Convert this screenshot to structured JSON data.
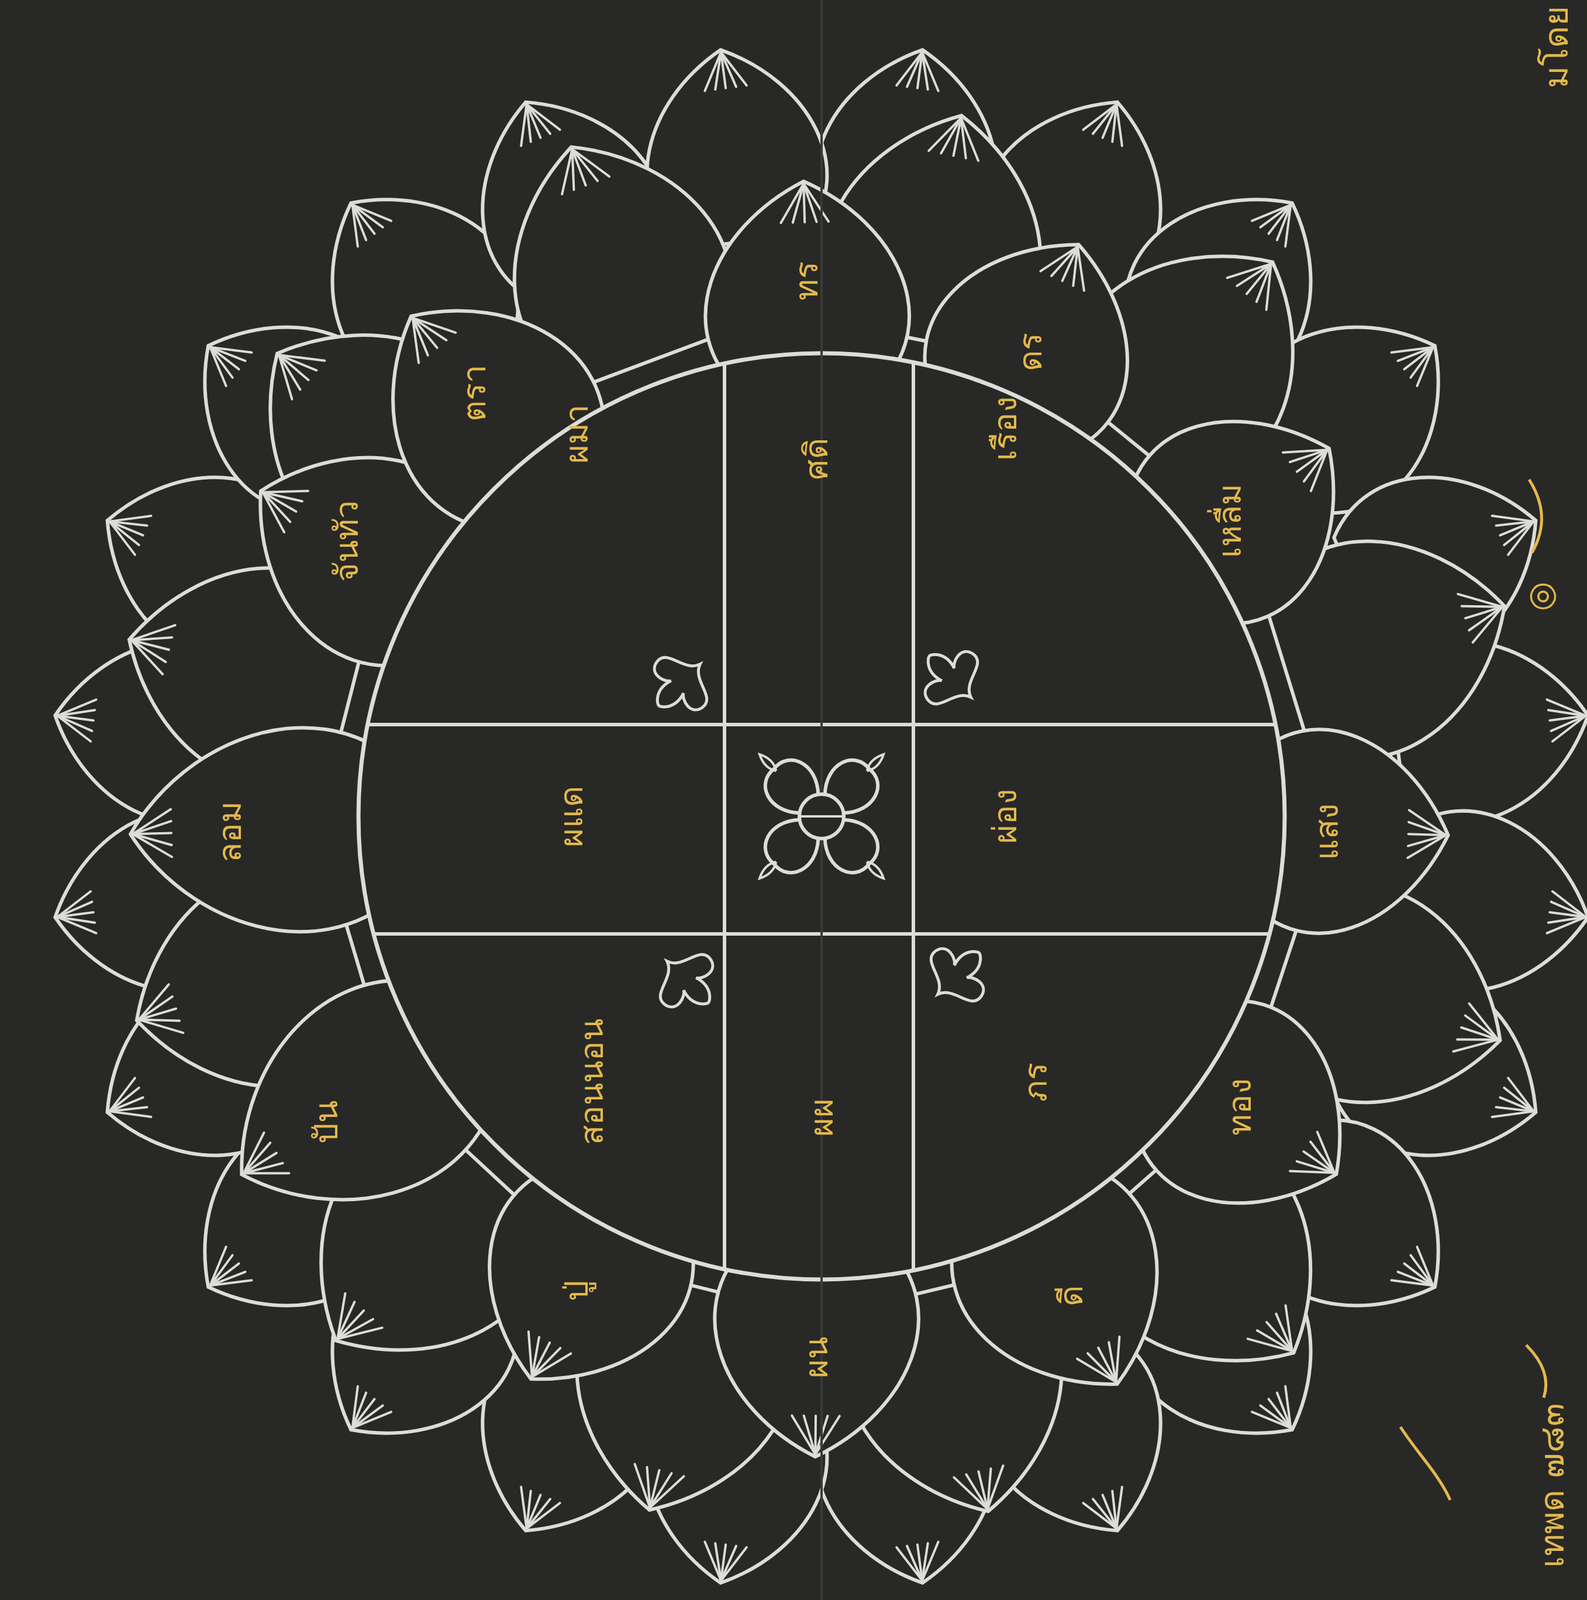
{
  "diagram": {
    "nodes": [
      {
        "text": [
          "ผมา"
        ]
      },
      {
        "text": [
          "ศดิ"
        ]
      },
      {
        "text": [
          "เรือง"
        ]
      },
      {
        "text": [
          "ผแด"
        ]
      },
      {
        "text": [
          "ผ่อง"
        ]
      },
      {
        "text": [
          "สอนนอน"
        ]
      },
      {
        "text": [
          "ผผ"
        ]
      },
      {
        "text": [
          "ภร"
        ]
      },
      {
        "text": [
          "ทร"
        ]
      },
      {
        "text": [
          "ดร"
        ]
      },
      {
        "text": [
          "เหลื่ม"
        ]
      },
      {
        "text": [
          "แสง"
        ]
      },
      {
        "text": [
          "ทอง"
        ]
      },
      {
        "text": [
          "ดี"
        ]
      },
      {
        "text": [
          "ผน"
        ]
      },
      {
        "text": [
          "ปู่"
        ]
      },
      {
        "text": [
          "ปัน"
        ]
      },
      {
        "text": [
          "ลอม"
        ]
      },
      {
        "text": [
          "จันทัว"
        ]
      },
      {
        "text": [
          "ตรา"
        ]
      }
    ],
    "labels": [
      "มโดย",
      "◎",
      "เทพด ๗๘๓"
    ]
  }
}
